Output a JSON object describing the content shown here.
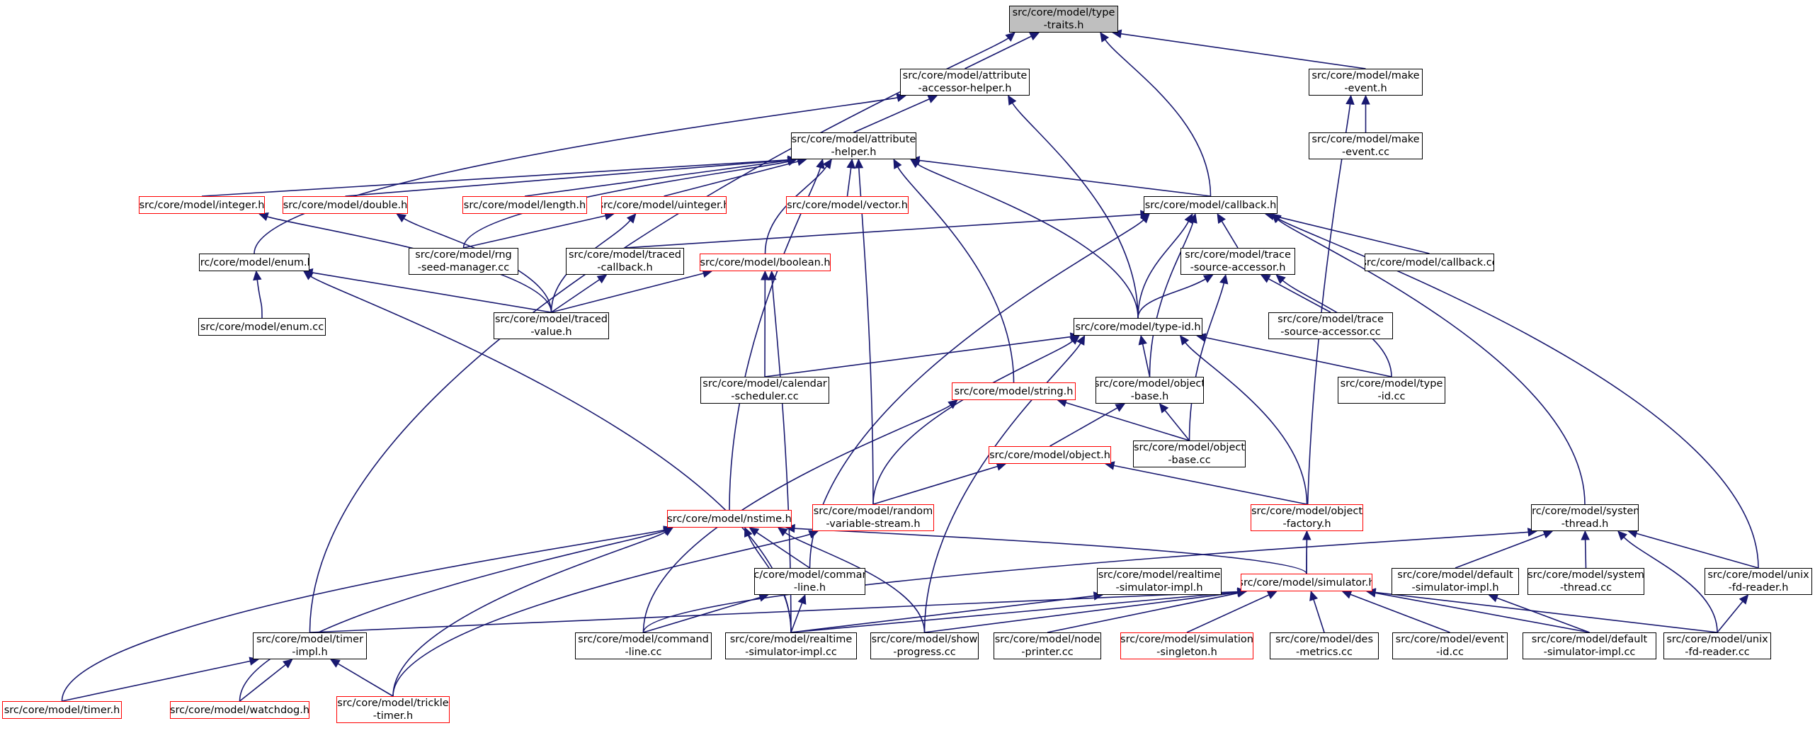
{
  "diagram": {
    "colors": {
      "edge": "#191970",
      "node_border": "#000000",
      "incomplete_border": "#ff0000",
      "highlight_fill": "#bfbfbf"
    },
    "nodes": [
      {
        "id": "type_traits",
        "lines": [
          "src/core/model/type",
          "-traits.h"
        ],
        "style": "highlight"
      },
      {
        "id": "attr_acc_helper",
        "lines": [
          "src/core/model/attribute",
          "-accessor-helper.h"
        ],
        "style": "normal"
      },
      {
        "id": "make_event_h",
        "lines": [
          "src/core/model/make",
          "-event.h"
        ],
        "style": "normal"
      },
      {
        "id": "make_event_cc",
        "lines": [
          "src/core/model/make",
          "-event.cc"
        ],
        "style": "normal"
      },
      {
        "id": "attr_helper",
        "lines": [
          "src/core/model/attribute",
          "-helper.h"
        ],
        "style": "normal"
      },
      {
        "id": "integer_h",
        "lines": [
          "src/core/model/integer.h"
        ],
        "style": "red"
      },
      {
        "id": "double_h",
        "lines": [
          "src/core/model/double.h"
        ],
        "style": "red"
      },
      {
        "id": "length_h",
        "lines": [
          "src/core/model/length.h"
        ],
        "style": "red"
      },
      {
        "id": "uinteger_h",
        "lines": [
          "src/core/model/uinteger.h"
        ],
        "style": "red"
      },
      {
        "id": "vector_h",
        "lines": [
          "src/core/model/vector.h"
        ],
        "style": "red"
      },
      {
        "id": "callback_h",
        "lines": [
          "src/core/model/callback.h"
        ],
        "style": "normal"
      },
      {
        "id": "enum_h",
        "lines": [
          "src/core/model/enum.h"
        ],
        "style": "normal"
      },
      {
        "id": "rng_seed",
        "lines": [
          "src/core/model/rng",
          "-seed-manager.cc"
        ],
        "style": "normal"
      },
      {
        "id": "traced_cb",
        "lines": [
          "src/core/model/traced",
          "-callback.h"
        ],
        "style": "normal"
      },
      {
        "id": "boolean_h",
        "lines": [
          "src/core/model/boolean.h"
        ],
        "style": "red"
      },
      {
        "id": "trace_src_acc_h",
        "lines": [
          "src/core/model/trace",
          "-source-accessor.h"
        ],
        "style": "normal"
      },
      {
        "id": "callback_cc",
        "lines": [
          "src/core/model/callback.cc"
        ],
        "style": "normal"
      },
      {
        "id": "enum_cc",
        "lines": [
          "src/core/model/enum.cc"
        ],
        "style": "normal"
      },
      {
        "id": "traced_value",
        "lines": [
          "src/core/model/traced",
          "-value.h"
        ],
        "style": "normal"
      },
      {
        "id": "type_id_h",
        "lines": [
          "src/core/model/type-id.h"
        ],
        "style": "normal"
      },
      {
        "id": "trace_src_acc_cc",
        "lines": [
          "src/core/model/trace",
          "-source-accessor.cc"
        ],
        "style": "normal"
      },
      {
        "id": "calendar",
        "lines": [
          "src/core/model/calendar",
          "-scheduler.cc"
        ],
        "style": "normal"
      },
      {
        "id": "string_h",
        "lines": [
          "src/core/model/string.h"
        ],
        "style": "red"
      },
      {
        "id": "object_base_h",
        "lines": [
          "src/core/model/object",
          "-base.h"
        ],
        "style": "normal"
      },
      {
        "id": "type_id_cc",
        "lines": [
          "src/core/model/type",
          "-id.cc"
        ],
        "style": "normal"
      },
      {
        "id": "object_base_cc",
        "lines": [
          "src/core/model/object",
          "-base.cc"
        ],
        "style": "normal"
      },
      {
        "id": "object_h",
        "lines": [
          "src/core/model/object.h"
        ],
        "style": "red"
      },
      {
        "id": "nstime_h",
        "lines": [
          "src/core/model/nstime.h"
        ],
        "style": "red"
      },
      {
        "id": "random_var",
        "lines": [
          "src/core/model/random",
          "-variable-stream.h"
        ],
        "style": "red"
      },
      {
        "id": "object_factory",
        "lines": [
          "src/core/model/object",
          "-factory.h"
        ],
        "style": "red"
      },
      {
        "id": "system_thread_h",
        "lines": [
          "src/core/model/system",
          "-thread.h"
        ],
        "style": "normal"
      },
      {
        "id": "cmd_line_h",
        "lines": [
          "src/core/model/command",
          "-line.h"
        ],
        "style": "normal"
      },
      {
        "id": "rt_sim_impl_h",
        "lines": [
          "src/core/model/realtime",
          "-simulator-impl.h"
        ],
        "style": "normal"
      },
      {
        "id": "simulator_h",
        "lines": [
          "src/core/model/simulator.h"
        ],
        "style": "red"
      },
      {
        "id": "def_sim_impl_h",
        "lines": [
          "src/core/model/default",
          "-simulator-impl.h"
        ],
        "style": "normal"
      },
      {
        "id": "system_thread_cc",
        "lines": [
          "src/core/model/system",
          "-thread.cc"
        ],
        "style": "normal"
      },
      {
        "id": "unix_fd_h",
        "lines": [
          "src/core/model/unix",
          "-fd-reader.h"
        ],
        "style": "normal"
      },
      {
        "id": "timer_impl_h",
        "lines": [
          "src/core/model/timer",
          "-impl.h"
        ],
        "style": "normal"
      },
      {
        "id": "cmd_line_cc",
        "lines": [
          "src/core/model/command",
          "-line.cc"
        ],
        "style": "normal"
      },
      {
        "id": "rt_sim_impl_cc",
        "lines": [
          "src/core/model/realtime",
          "-simulator-impl.cc"
        ],
        "style": "normal"
      },
      {
        "id": "show_progress",
        "lines": [
          "src/core/model/show",
          "-progress.cc"
        ],
        "style": "normal"
      },
      {
        "id": "node_printer",
        "lines": [
          "src/core/model/node",
          "-printer.cc"
        ],
        "style": "normal"
      },
      {
        "id": "sim_singleton",
        "lines": [
          "src/core/model/simulation",
          "-singleton.h"
        ],
        "style": "red"
      },
      {
        "id": "des_metrics",
        "lines": [
          "src/core/model/des",
          "-metrics.cc"
        ],
        "style": "normal"
      },
      {
        "id": "event_id_cc",
        "lines": [
          "src/core/model/event",
          "-id.cc"
        ],
        "style": "normal"
      },
      {
        "id": "def_sim_impl_cc",
        "lines": [
          "src/core/model/default",
          "-simulator-impl.cc"
        ],
        "style": "normal"
      },
      {
        "id": "unix_fd_cc",
        "lines": [
          "src/core/model/unix",
          "-fd-reader.cc"
        ],
        "style": "normal"
      },
      {
        "id": "timer_h",
        "lines": [
          "src/core/model/timer.h"
        ],
        "style": "red"
      },
      {
        "id": "watchdog_h",
        "lines": [
          "src/core/model/watchdog.h"
        ],
        "style": "red"
      },
      {
        "id": "trickle_timer",
        "lines": [
          "src/core/model/trickle",
          "-timer.h"
        ],
        "style": "red"
      }
    ],
    "edges": [
      [
        "type_traits",
        "attr_acc_helper"
      ],
      [
        "type_traits",
        "make_event_h"
      ],
      [
        "type_traits",
        "callback_h"
      ],
      [
        "type_traits",
        "timer_impl_h"
      ],
      [
        "make_event_h",
        "make_event_cc"
      ],
      [
        "make_event_h",
        "simulator_h"
      ],
      [
        "attr_acc_helper",
        "attr_helper"
      ],
      [
        "attr_acc_helper",
        "enum_h"
      ],
      [
        "attr_acc_helper",
        "type_id_h"
      ],
      [
        "attr_helper",
        "integer_h"
      ],
      [
        "attr_helper",
        "double_h"
      ],
      [
        "attr_helper",
        "length_h"
      ],
      [
        "attr_helper",
        "uinteger_h"
      ],
      [
        "attr_helper",
        "vector_h"
      ],
      [
        "attr_helper",
        "callback_h"
      ],
      [
        "attr_helper",
        "rng_seed"
      ],
      [
        "attr_helper",
        "boolean_h"
      ],
      [
        "attr_helper",
        "nstime_h"
      ],
      [
        "attr_helper",
        "random_var"
      ],
      [
        "attr_helper",
        "string_h"
      ],
      [
        "attr_helper",
        "type_id_h"
      ],
      [
        "integer_h",
        "traced_value"
      ],
      [
        "double_h",
        "traced_value"
      ],
      [
        "uinteger_h",
        "traced_value"
      ],
      [
        "uinteger_h",
        "rng_seed"
      ],
      [
        "enum_h",
        "enum_cc"
      ],
      [
        "enum_h",
        "traced_value"
      ],
      [
        "enum_h",
        "rt_sim_impl_cc"
      ],
      [
        "traced_cb",
        "traced_value"
      ],
      [
        "boolean_h",
        "traced_value"
      ],
      [
        "boolean_h",
        "calendar"
      ],
      [
        "boolean_h",
        "rt_sim_impl_cc"
      ],
      [
        "callback_h",
        "traced_cb"
      ],
      [
        "callback_h",
        "trace_src_acc_h"
      ],
      [
        "callback_h",
        "callback_cc"
      ],
      [
        "callback_h",
        "type_id_h"
      ],
      [
        "callback_h",
        "object_base_h"
      ],
      [
        "callback_h",
        "system_thread_h"
      ],
      [
        "callback_h",
        "unix_fd_h"
      ],
      [
        "callback_h",
        "cmd_line_h"
      ],
      [
        "trace_src_acc_h",
        "trace_src_acc_cc"
      ],
      [
        "trace_src_acc_h",
        "type_id_h"
      ],
      [
        "trace_src_acc_h",
        "object_base_cc"
      ],
      [
        "trace_src_acc_h",
        "type_id_cc"
      ],
      [
        "type_id_h",
        "calendar"
      ],
      [
        "type_id_h",
        "object_base_h"
      ],
      [
        "type_id_h",
        "type_id_cc"
      ],
      [
        "type_id_h",
        "random_var"
      ],
      [
        "type_id_h",
        "object_factory"
      ],
      [
        "type_id_h",
        "show_progress"
      ],
      [
        "string_h",
        "object_base_cc"
      ],
      [
        "string_h",
        "cmd_line_cc"
      ],
      [
        "object_base_h",
        "object_h"
      ],
      [
        "object_base_h",
        "object_base_cc"
      ],
      [
        "object_h",
        "random_var"
      ],
      [
        "object_h",
        "object_factory"
      ],
      [
        "object_factory",
        "simulator_h"
      ],
      [
        "nstime_h",
        "cmd_line_h"
      ],
      [
        "nstime_h",
        "simulator_h"
      ],
      [
        "nstime_h",
        "show_progress"
      ],
      [
        "nstime_h",
        "timer_h"
      ],
      [
        "nstime_h",
        "watchdog_h"
      ],
      [
        "nstime_h",
        "trickle_timer"
      ],
      [
        "nstime_h",
        "rt_sim_impl_cc"
      ],
      [
        "random_var",
        "trickle_timer"
      ],
      [
        "cmd_line_h",
        "cmd_line_cc"
      ],
      [
        "cmd_line_h",
        "rt_sim_impl_cc"
      ],
      [
        "rt_sim_impl_h",
        "rt_sim_impl_cc"
      ],
      [
        "system_thread_h",
        "def_sim_impl_h"
      ],
      [
        "system_thread_h",
        "system_thread_cc"
      ],
      [
        "system_thread_h",
        "unix_fd_h"
      ],
      [
        "system_thread_h",
        "unix_fd_cc"
      ],
      [
        "system_thread_h",
        "cmd_line_cc"
      ],
      [
        "def_sim_impl_h",
        "def_sim_impl_cc"
      ],
      [
        "unix_fd_h",
        "unix_fd_cc"
      ],
      [
        "simulator_h",
        "rt_sim_impl_cc"
      ],
      [
        "simulator_h",
        "show_progress"
      ],
      [
        "simulator_h",
        "node_printer"
      ],
      [
        "simulator_h",
        "sim_singleton"
      ],
      [
        "simulator_h",
        "des_metrics"
      ],
      [
        "simulator_h",
        "event_id_cc"
      ],
      [
        "simulator_h",
        "def_sim_impl_cc"
      ],
      [
        "simulator_h",
        "unix_fd_cc"
      ],
      [
        "simulator_h",
        "timer_impl_h"
      ],
      [
        "timer_impl_h",
        "timer_h"
      ],
      [
        "timer_impl_h",
        "watchdog_h"
      ],
      [
        "timer_impl_h",
        "trickle_timer"
      ]
    ]
  }
}
